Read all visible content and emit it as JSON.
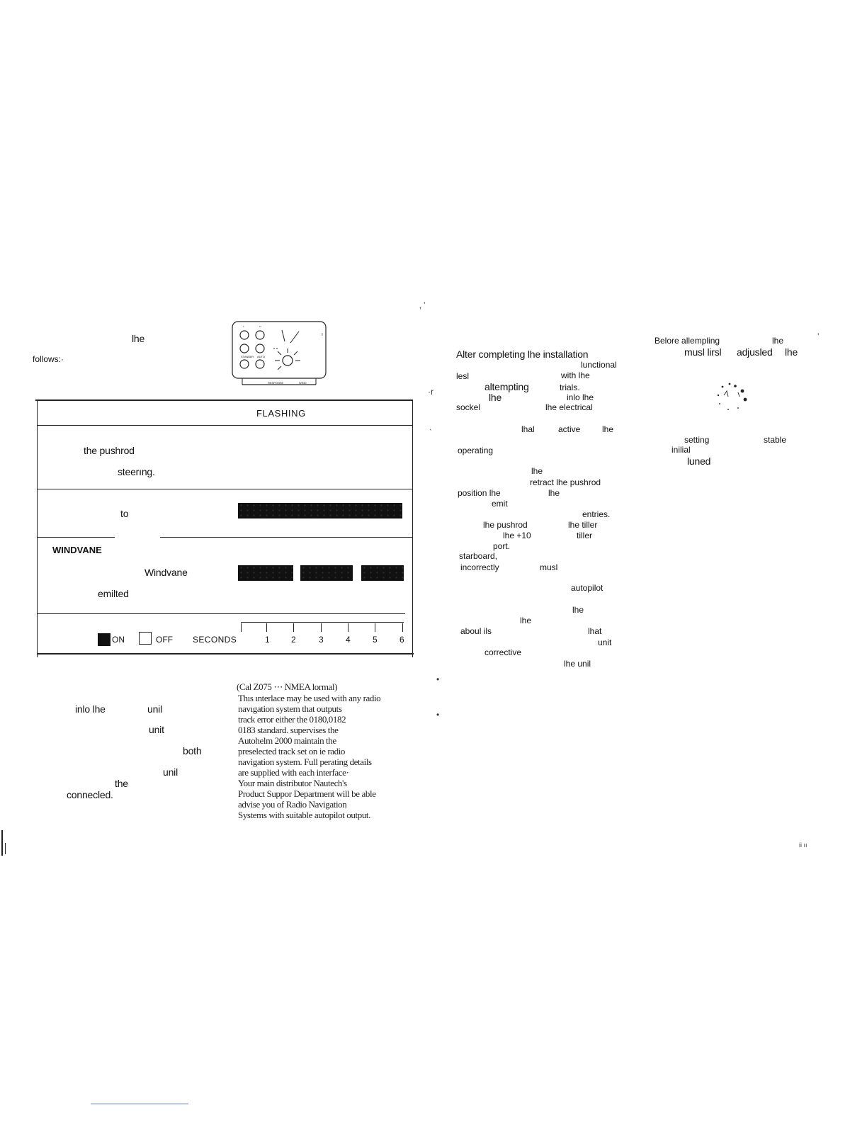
{
  "left_page": {
    "intro": {
      "word_the": "lhe",
      "word_follows": "follows:·"
    },
    "table": {
      "header": "FLASHING",
      "row1": {
        "pushrod": "the pushrod",
        "steering": "steerıng."
      },
      "row2": {
        "to": "to"
      },
      "row3": {
        "title": "WINDVANE",
        "windvane": "Windvane",
        "emitted": "emilted"
      },
      "legend": {
        "on": "ON",
        "off": "OFF",
        "seconds": "SECONDS",
        "ticks": [
          "1",
          "2",
          "3",
          "4",
          "5",
          "6"
        ]
      }
    },
    "bottom_left": {
      "into_the": "inlo lhe",
      "unit1": "unil",
      "unit2": "unit",
      "both": "both",
      "unit3": "unil",
      "the": "the",
      "connected": "connecled."
    },
    "interface_block": [
      "(Cal      Z075 ⋯ NMEA lormal)",
      "Thıs ınterlace may be used with any radio",
      "navıgation system that outputs",
      "track error    either the          0180,0182",
      "     0183 standard.    supervises the",
      "Autohelm 2000     maintain the",
      "preselected   track set on   ie radio",
      "   navigation system. Full    perating details",
      "are supplied with each interface·",
      "   Your main distributor     Nautech's",
      "Product Suppor   Department will be able",
      "   advise you of Radio Navigation",
      "Systems with suitable autopilot output."
    ]
  },
  "panel_diagram": {
    "labels": [
      "STANDBY",
      "AUTO",
      "RESPONSE",
      "WIND"
    ]
  },
  "middle_column": {
    "lines": [
      "Alter completing lhe installation",
      "lunctional",
      "lesl",
      "with lhe",
      "altempting",
      "trials.",
      "lhe",
      "inlo  lhe",
      "sockel",
      "lhe electrical",
      "lhal",
      "active",
      "lhe",
      "operating",
      "lhe",
      "retract lhe pushrod",
      "position lhe",
      "lhe",
      "emit",
      "entries.",
      "lhe pushrod",
      "lhe tiller",
      "lhe +10",
      "tiller",
      "port.",
      "starboard,",
      "incorrectly",
      "musl",
      "autopilot",
      "lhe",
      "lhe",
      "aboul ils",
      "lhat",
      "unit",
      "corrective",
      "lhe unil"
    ]
  },
  "right_column": {
    "before": "Belore allempling",
    "the1": "lhe",
    "must_first": "musl lirsl",
    "adjusted": "adjusled",
    "the2": "lhe",
    "setting": "setting",
    "stable": "stable",
    "initial": "inilial",
    "tuned": "luned"
  },
  "page_number": "ii  ıı"
}
